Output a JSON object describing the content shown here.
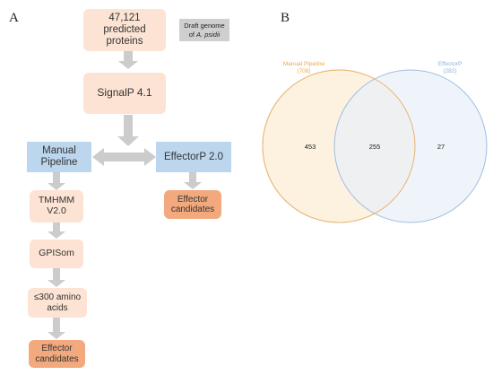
{
  "panel_a": {
    "label": "A",
    "boxes": {
      "proteins": "47,121\npredicted\nproteins",
      "draft_genome_line1": "Draft genome",
      "draft_genome_line2": "of A. psidii",
      "signalp": "SignalP 4.1",
      "manual_pipeline": "Manual\nPipeline",
      "effectorp": "EffectorP 2.0",
      "effector_candidates_right": "Effector\ncandidates",
      "tmhmm": "TMHMM\nV2.0",
      "gpisom": "GPISom",
      "amino_acids": "≤300 amino\nacids",
      "effector_candidates_bottom": "Effector\ncandidates"
    }
  },
  "panel_b": {
    "label": "B",
    "venn": {
      "left_set": {
        "name": "Manual Pipeline",
        "count": "(708)",
        "only": "453",
        "color": "#e8a84f"
      },
      "right_set": {
        "name": "EffectorP",
        "count": "(282)",
        "only": "27",
        "color": "#8fb3d9"
      },
      "intersection": "255"
    }
  },
  "colors": {
    "peach": "#fce3d3",
    "blue": "#bcd6ee",
    "orange": "#f2a97d",
    "grey_box": "#cfcfcf",
    "arrow": "#cccccc",
    "venn_left_fill": "#fdf0d9",
    "venn_right_fill": "#e8f0f9"
  }
}
